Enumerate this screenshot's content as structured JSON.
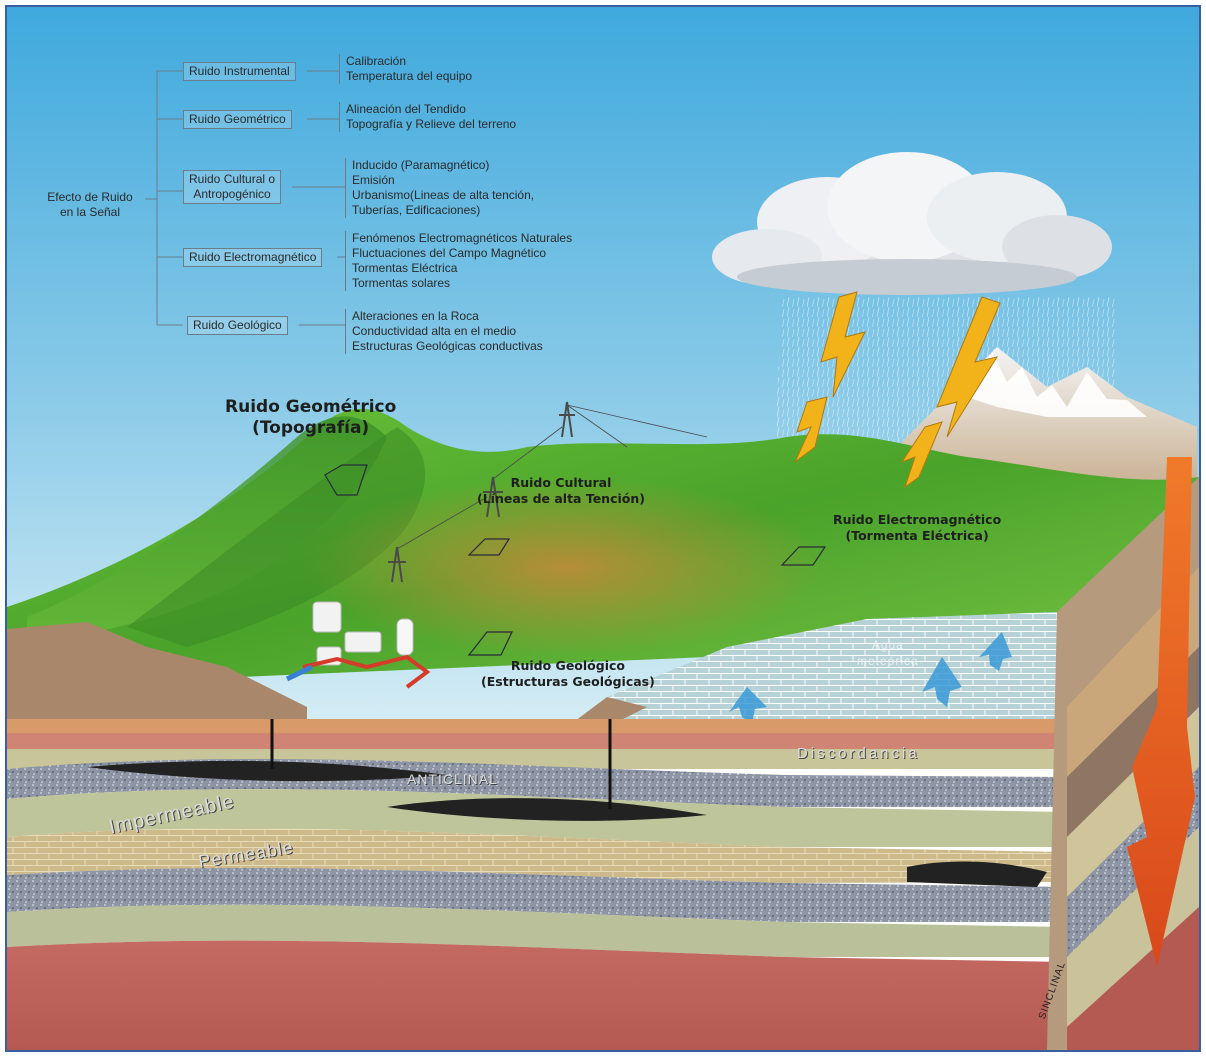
{
  "tree": {
    "root": [
      "Efecto de Ruido",
      "en la Señal"
    ],
    "branches": [
      {
        "label": "Ruido Instrumental",
        "items": [
          "Calibración",
          "Temperatura del equipo"
        ]
      },
      {
        "label": "Ruido Geométrico",
        "items": [
          "Alineación del Tendido",
          "Topografía y Relieve del terreno"
        ]
      },
      {
        "label": [
          "Ruido Cultural o",
          "Antropogénico"
        ],
        "items": [
          "Inducido (Paramagnético)",
          "Emisión",
          "Urbanismo(Lineas de alta tención,",
          "Tuberías, Edificaciones)"
        ]
      },
      {
        "label": "Ruido Electromagnético",
        "items": [
          "Fenómenos Electromagnéticos Naturales",
          "Fluctuaciones del Campo Magnético",
          "Tormentas Eléctrica",
          "Tormentas solares"
        ]
      },
      {
        "label": "Ruido Geológico",
        "items": [
          "Alteraciones en la Roca",
          "Conductividad alta en el medio",
          "Estructuras Geológicas conductivas"
        ]
      }
    ]
  },
  "scene_labels": {
    "geometric": [
      "Ruido Geométrico",
      "(Topografía)"
    ],
    "cultural": [
      "Ruido Cultural",
      "(Líneas de alta Tención)"
    ],
    "electromagnetic": [
      "Ruido Electromagnético",
      "(Tormenta Eléctrica)"
    ],
    "geological": [
      "Ruido Geológico",
      "(Estructuras Geológicas)"
    ]
  },
  "strata_labels": {
    "anticlinal": "ANTICLINAL",
    "discordancia": "Discordancia",
    "impermeable": "Impermeable",
    "permeable": "Permeable",
    "agua": [
      "Agua",
      "meteórica"
    ],
    "sinclinal": "SINCLINAL"
  },
  "colors": {
    "sky_top": "#3fa9dd",
    "sky_bottom": "#cfeaf4",
    "grass": "#5cb82e",
    "grass_dark": "#2f7d1e",
    "soil": "#b99a7a",
    "magma": "#e8601c",
    "deep_rock": "#c9736a",
    "lightning": "#f2b21a"
  }
}
